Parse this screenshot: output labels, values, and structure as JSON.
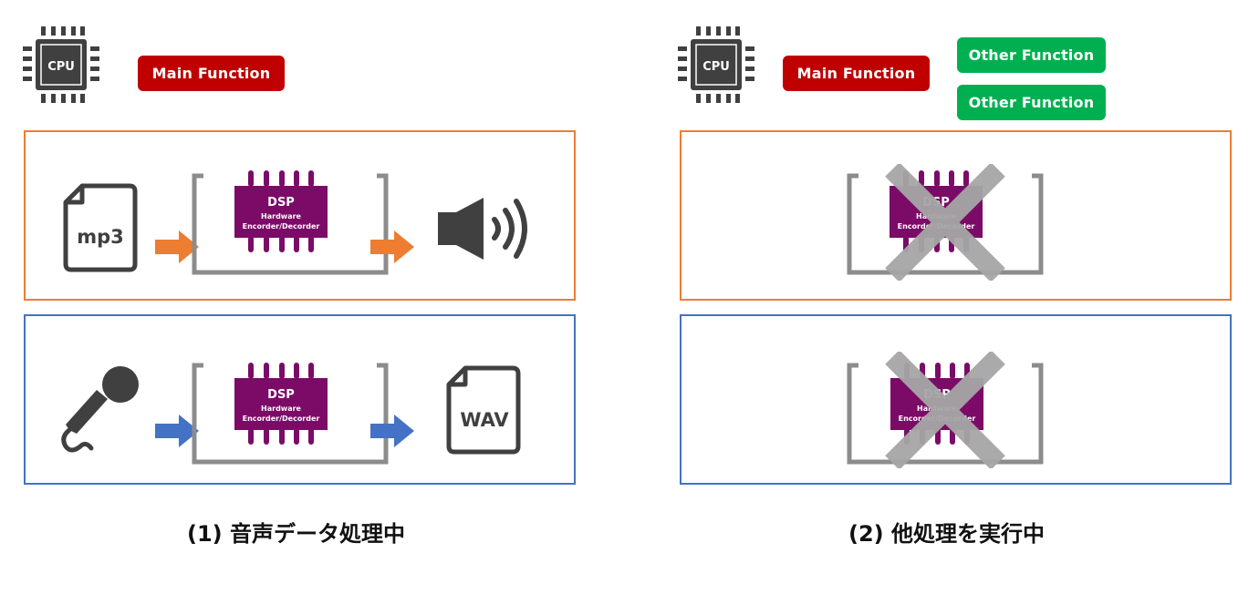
{
  "panels": [
    {
      "cpu_label": "CPU",
      "functions": [
        {
          "label": "Main Function",
          "color": "#c00000"
        }
      ],
      "top_row": {
        "source_label": "mp3",
        "dsp_title": "DSP",
        "dsp_sub1": "Hardware",
        "dsp_sub2": "Encorder/Decorder",
        "border_color": "#ed7d31",
        "arrow_color": "#ed7d31"
      },
      "bottom_row": {
        "target_label": "WAV",
        "dsp_title": "DSP",
        "dsp_sub1": "Hardware",
        "dsp_sub2": "Encorder/Decorder",
        "border_color": "#4472c4",
        "arrow_color": "#4472c4"
      },
      "caption": "(1) 音声データ処理中"
    },
    {
      "cpu_label": "CPU",
      "functions": [
        {
          "label": "Main Function",
          "color": "#c00000"
        },
        {
          "label": "Other Function",
          "color": "#00b050"
        },
        {
          "label": "Other Function",
          "color": "#00b050"
        }
      ],
      "top_row": {
        "dsp_title": "DSP",
        "dsp_sub1": "Hardware",
        "dsp_sub2": "Encorder/Decorder",
        "border_color": "#ed7d31"
      },
      "bottom_row": {
        "dsp_title": "DSP",
        "dsp_sub1": "Hardware",
        "dsp_sub2": "Encorder/Decorder",
        "border_color": "#4472c4"
      },
      "caption": "(2) 他処理を実行中"
    }
  ],
  "colors": {
    "dsp_purple": "#7b0b67",
    "icon_gray": "#404040",
    "bracket_gray": "#8c8c8c",
    "cross_gray": "#a6a6a6"
  },
  "icons": [
    "cpu-chip-icon",
    "mp3-file-icon",
    "speaker-icon",
    "microphone-icon",
    "wav-file-icon",
    "dsp-chip-icon",
    "cross-icon"
  ]
}
